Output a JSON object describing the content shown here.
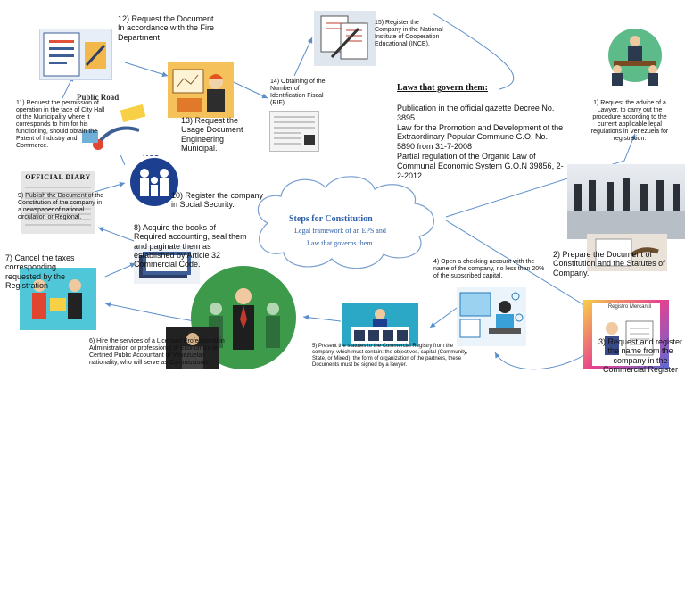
{
  "center": {
    "title": "Steps for Constitution",
    "subtitle_1": "Legal framework of an EPS and",
    "subtitle_2": "Law that governs them"
  },
  "laws": {
    "heading": "Laws that govern them:",
    "body": "Publication in the official gazette Decree No. 3895\nLaw for the Promotion and Development of the Extraordinary Popular Commune G.O. No. 5890 from 31-7-2008\nPartial regulation of the Organic Law of Communal Economic System G.O.N 39856, 2-2-2012."
  },
  "steps": {
    "s1": "1) Request the advice of a Lawyer, to carry out the procedure according to the current applicable legal regulations in Venezuela for registration.",
    "s2": "2) Prepare the Document of Constitution and the Statutes of Company.",
    "s3": "3) Request and register the name from the company in the Commercial Register",
    "s4": "4) Open a checking account with the name of the company, no less than 20% of the subscribed capital.",
    "s5": "5) Present the statutes to the Commercial Registry from the company, which must contain: the objectives, capital (Community, State, or Mixed), the form of organization of the partners, these Documents must be signed by a lawyer.",
    "s6": "6) Hire the services of a Licensed Professional in Administration or professional of Economics or Certified Public Accountant of Venezuelan nationality, who will serve as Commissioner.",
    "s7": "7) Cancel the taxes corresponding requested by the Registration",
    "s8": "8) Acquire the books of Required accounting, seal them and paginate them as established by Article 32 Commercial Code.",
    "s9": "9) Publish the Document of the Constitution of the company in a newspaper of national circulation or Regional.",
    "s10": "10) Register the company in Social Security.",
    "s11": "11) Request the permission of operation in the face of City Hall of the Municipality where it corresponds to him for his functioning, should obtain the Patent of Industry and Commerce.",
    "s12": "12) Request the Document In accordance with the Fire Department",
    "s13": "13) Request the Usage Document Engineering Municipal.",
    "s14": "14) Obtaining of the Number of Identification Fiscal (RIF)",
    "s15": "15) Register the Company in the National Institute of Cooperation Educational (INCE)."
  },
  "image_labels": {
    "official_diary": "OFFICIAL DIARY",
    "public_road": "Public Road",
    "ivss": "IVSS",
    "registro": "Registro Mercantil"
  },
  "colors": {
    "arrow": "#5b8fc9",
    "cloud_stroke": "#7aa0d0",
    "title_blue": "#2e5fa8",
    "ivss_blue": "#1c3f8f",
    "green": "#3c9a4a"
  }
}
